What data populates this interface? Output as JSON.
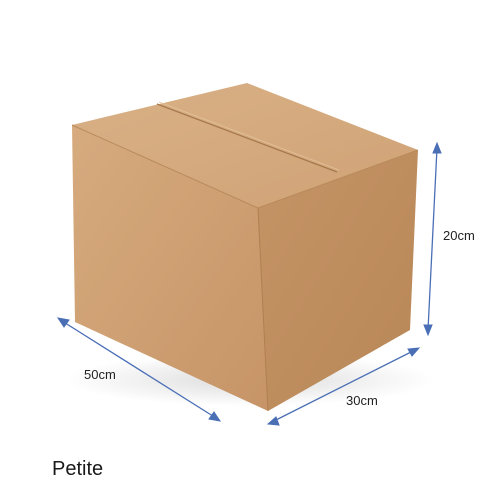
{
  "product": {
    "size_name": "Petite",
    "box_color": "#c79b6c"
  },
  "dimensions": {
    "height": "20cm",
    "depth": "50cm",
    "width": "30cm",
    "arrow_color": "#4a6fb5"
  }
}
